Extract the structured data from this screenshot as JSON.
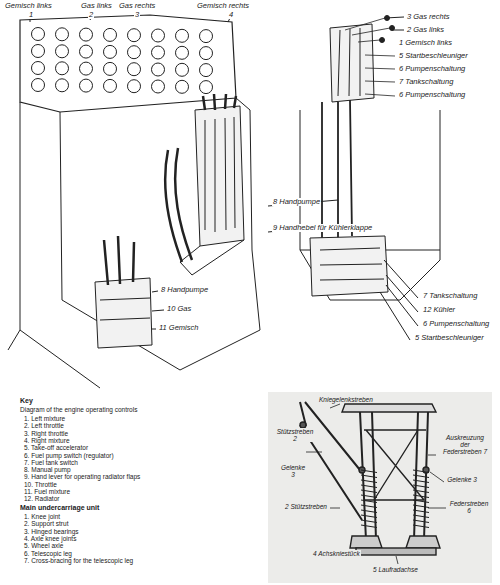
{
  "diagram": {
    "labels": [
      "Gemisch links",
      "1",
      "Gas links",
      "2",
      "Gas rechts",
      "3",
      "Gemisch rechts",
      "4",
      "3 Gas rechts",
      "2 Gas links",
      "1 Gemisch links",
      "5 Startbeschleuniger",
      "6 Pumpenschaltung",
      "7 Tankschaltung",
      "6 Pumpenschaltung",
      "8 Handpumpe",
      "9 Handhebel für Kühlerklappe",
      "8 Handpumpe",
      "10 Gas",
      "11 Gemisch",
      "7 Tankschaltung",
      "12 Kühler",
      "6 Pumpenschaltung",
      "5 Startbeschleuniger",
      "Key",
      "Diagram of the engine operating controls",
      "1. Left mixture",
      "2. Left throttle",
      "3. Right throttle",
      "4. Right mixture",
      "5. Take-off accelerator",
      "6. Fuel pump switch (regulator)",
      "7. Fuel tank switch",
      "8. Manual pump",
      "9. Hand lever for operating radiator flaps",
      "10. Throttle",
      "11. Fuel mixture",
      "12. Radiator",
      "Main undercarriage unit",
      "1. Knee joint",
      "2. Support strut",
      "3. Hinged bearings",
      "4. Axle knee joints",
      "5. Wheel axle",
      "6. Telescopic leg",
      "7. Cross-bracing for the telescopic leg",
      "Kniegelenkstreben",
      "Stützstreben 2",
      "Gelenke 3",
      "2 Stützstreben",
      "4 Achskniestück",
      "5 Laufradachse",
      "Auskreuzung der Federstreben 7",
      "Gelenke 3",
      "Federstreben 6"
    ]
  }
}
